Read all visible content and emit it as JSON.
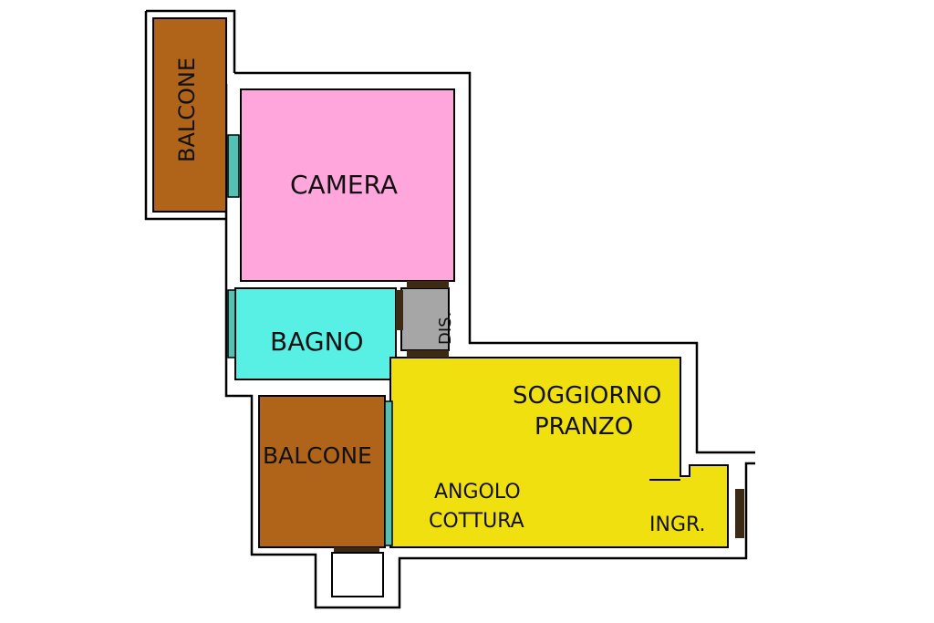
{
  "rooms": {
    "balcone_top": {
      "label": "BALCONE",
      "color": "#b0641a"
    },
    "camera": {
      "label": "CAMERA",
      "color": "#ffa6dc"
    },
    "bagno": {
      "label": "BAGNO",
      "color": "#58f0e4"
    },
    "dis": {
      "label": "DIS.",
      "color": "#a6a6a6"
    },
    "balcone_bottom": {
      "label": "BALCONE",
      "color": "#b0641a"
    },
    "soggiorno": {
      "label_line1": "SOGGIORNO",
      "label_line2": "PRANZO",
      "color": "#f0e010"
    },
    "angolo": {
      "label_line1": "ANGOLO",
      "label_line2": "COTTURA"
    },
    "ingresso": {
      "label": "INGR.",
      "color": "#f0e010"
    }
  },
  "colors": {
    "wall": "#000000",
    "window": "#55c0b4",
    "door": "#3d2a14"
  }
}
